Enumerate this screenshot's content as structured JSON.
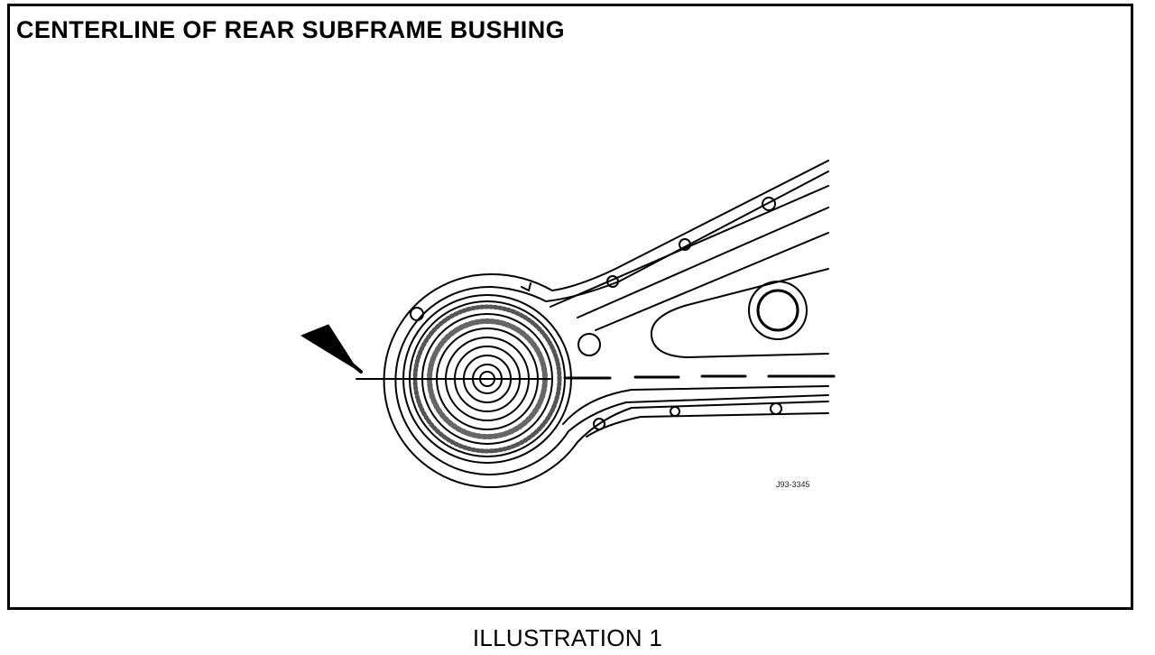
{
  "heading": "CENTERLINE OF REAR SUBFRAME BUSHING",
  "caption": "ILLUSTRATION 1",
  "figure_code": "J93-3345",
  "colors": {
    "line": "#000000",
    "background": "#ffffff"
  },
  "icons": [
    "arrow-pointer-icon"
  ]
}
